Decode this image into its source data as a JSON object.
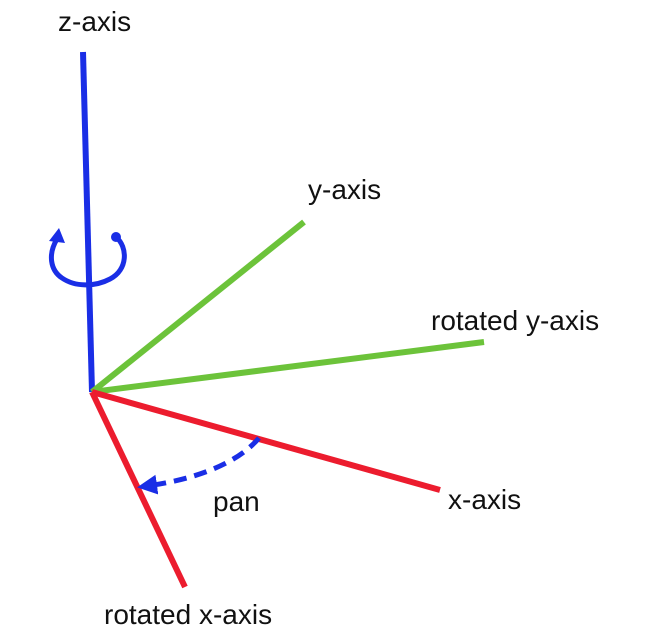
{
  "labels": {
    "z_axis": "z-axis",
    "y_axis": "y-axis",
    "rotated_y_axis": "rotated y-axis",
    "x_axis": "x-axis",
    "rotated_x_axis": "rotated x-axis",
    "pan": "pan"
  },
  "colors": {
    "z_axis": "#1a2ee6",
    "y_axis": "#6cc33a",
    "x_axis": "#ec1c2e",
    "pan_arrow": "#1a2ee6",
    "rotation_icon": "#1a2ee6",
    "text": "#111111"
  },
  "icons": {
    "rotation": "circular-rotation-arrow-icon",
    "pan": "dashed-curved-arrow-icon"
  }
}
